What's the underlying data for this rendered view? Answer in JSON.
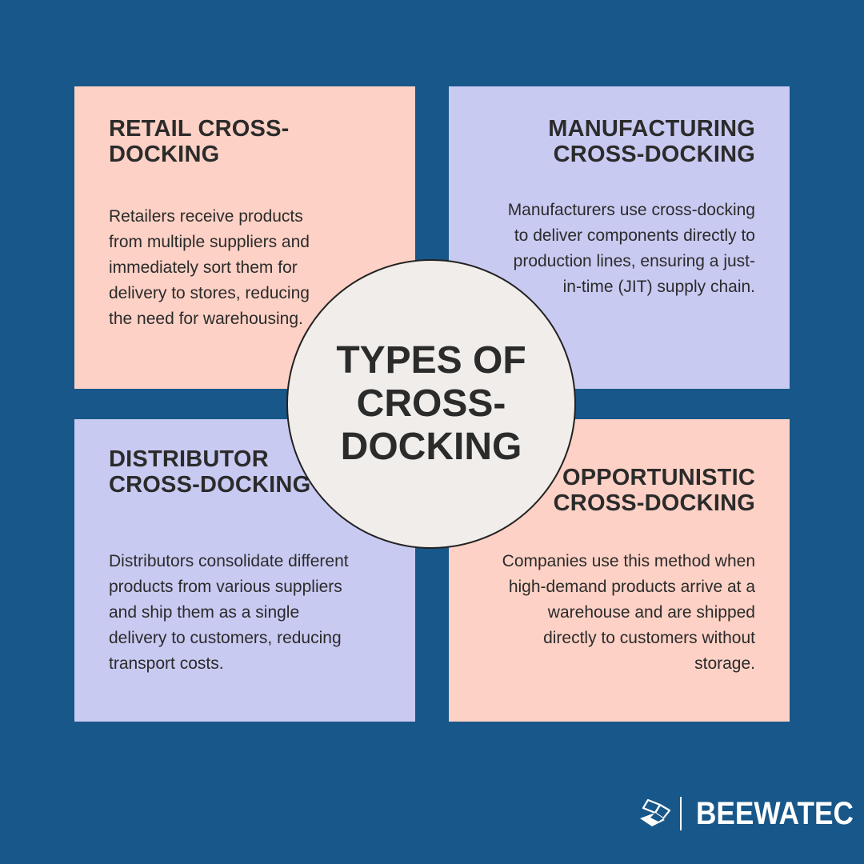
{
  "center": {
    "title": "TYPES OF CROSS-DOCKING"
  },
  "cards": {
    "retail": {
      "title": "RETAIL CROSS-DOCKING",
      "body": "Retailers receive products from multiple suppliers and immediately sort them for delivery to stores, reducing the need for warehousing."
    },
    "manufacturing": {
      "title": "MANUFACTURING CROSS-DOCKING",
      "body": "Manufacturers use cross-docking to deliver components directly to production lines, ensuring a just-in-time (JIT) supply chain."
    },
    "distributor": {
      "title": "DISTRIBUTOR CROSS-DOCKING",
      "body": "Distributors consolidate different products from various suppliers and ship them as a single delivery to customers, reducing transport costs."
    },
    "opportunistic": {
      "title": "OPPORTUNISTIC CROSS-DOCKING",
      "body": "Companies use this method when high-demand products arrive at a warehouse and are shipped directly to customers without storage."
    }
  },
  "brand": {
    "name": "BEEWATEC",
    "icon": "beewatec-logo-icon"
  },
  "colors": {
    "background": "#185789",
    "card_pink": "#fdd1c5",
    "card_lavender": "#c9caf2",
    "circle": "#f1edeb",
    "text": "#2b2b2b"
  }
}
